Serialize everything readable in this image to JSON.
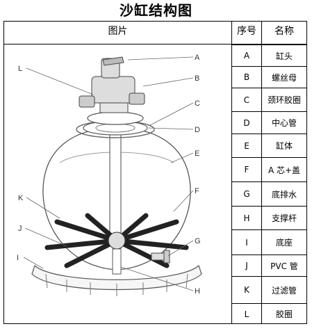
{
  "title": "沙缸结构图",
  "headers": {
    "image": "图片",
    "index": "序号",
    "name": "名称"
  },
  "parts": [
    {
      "code": "A",
      "name": "缸头"
    },
    {
      "code": "B",
      "name": "螺丝母"
    },
    {
      "code": "C",
      "name": "颈环胶圈"
    },
    {
      "code": "D",
      "name": "中心管"
    },
    {
      "code": "E",
      "name": "缸体"
    },
    {
      "code": "F",
      "name": "A 芯+盖"
    },
    {
      "code": "G",
      "name": "底排水"
    },
    {
      "code": "H",
      "name": "支撑杆"
    },
    {
      "code": "I",
      "name": "底座"
    },
    {
      "code": "J",
      "name": "PVC 管"
    },
    {
      "code": "K",
      "name": "过滤管"
    },
    {
      "code": "L",
      "name": "胶圈"
    }
  ],
  "diagram_labels": [
    "A",
    "B",
    "C",
    "D",
    "E",
    "F",
    "G",
    "H",
    "I",
    "J",
    "K",
    "L"
  ]
}
